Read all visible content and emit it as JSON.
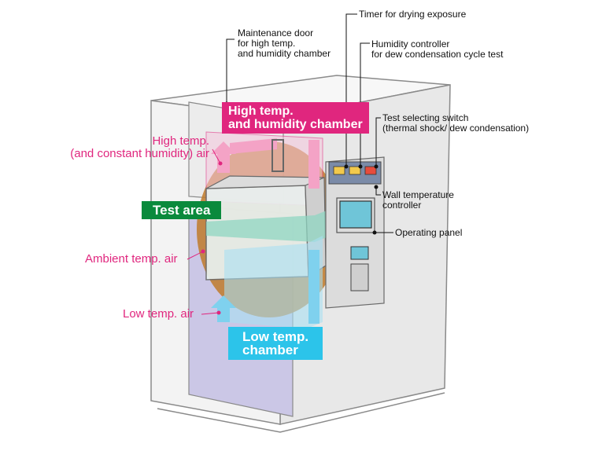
{
  "callouts": {
    "maintenance_door": [
      "Maintenance door",
      "for high temp.",
      "and humidity chamber"
    ],
    "timer": "Timer for drying exposure",
    "humidity_controller": [
      "Humidity controller",
      "for dew condensation cycle test"
    ],
    "test_switch": [
      "Test selecting switch",
      "(thermal shock/ dew condensation)"
    ],
    "wall_temp": [
      "Wall temperature",
      "controller"
    ],
    "operating_panel": "Operating panel"
  },
  "zones": {
    "high_chamber": [
      "High temp.",
      "and humidity chamber"
    ],
    "test_area": "Test area",
    "low_chamber": [
      "Low temp.",
      "chamber"
    ]
  },
  "air_labels": {
    "high_air": [
      "High temp.",
      "(and constant humidity) air"
    ],
    "ambient_air": "Ambient temp. air",
    "low_air": "Low temp. air"
  },
  "colors": {
    "pink": "#e0267e",
    "green": "#0a8a3c",
    "cyan": "#2cc4ea",
    "cabinet": "#f1f1f1",
    "lavender": "#cbc7e6",
    "orange": "#c07a2a"
  }
}
